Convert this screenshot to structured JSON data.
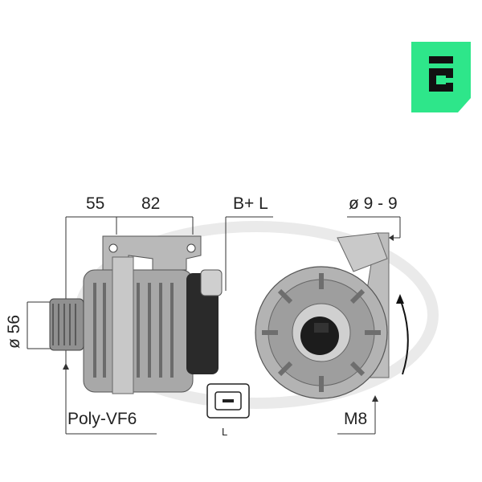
{
  "brand": {
    "logo_icon": "era-e-logo-icon",
    "color": "#2ee68a"
  },
  "dimensions": {
    "d1": "55",
    "d2": "82",
    "terminals": "B+ L",
    "bolt_dia": "ø 9 - 9",
    "pulley_dia": "ø 56",
    "pulley": "Poly-VF6",
    "thread": "M8",
    "connector_label": "L"
  },
  "icons": {
    "alternator_side": "alternator-side-view-icon",
    "alternator_rear": "alternator-rear-view-icon",
    "connector": "connector-plug-icon",
    "rotation": "rotation-arrow-icon"
  }
}
